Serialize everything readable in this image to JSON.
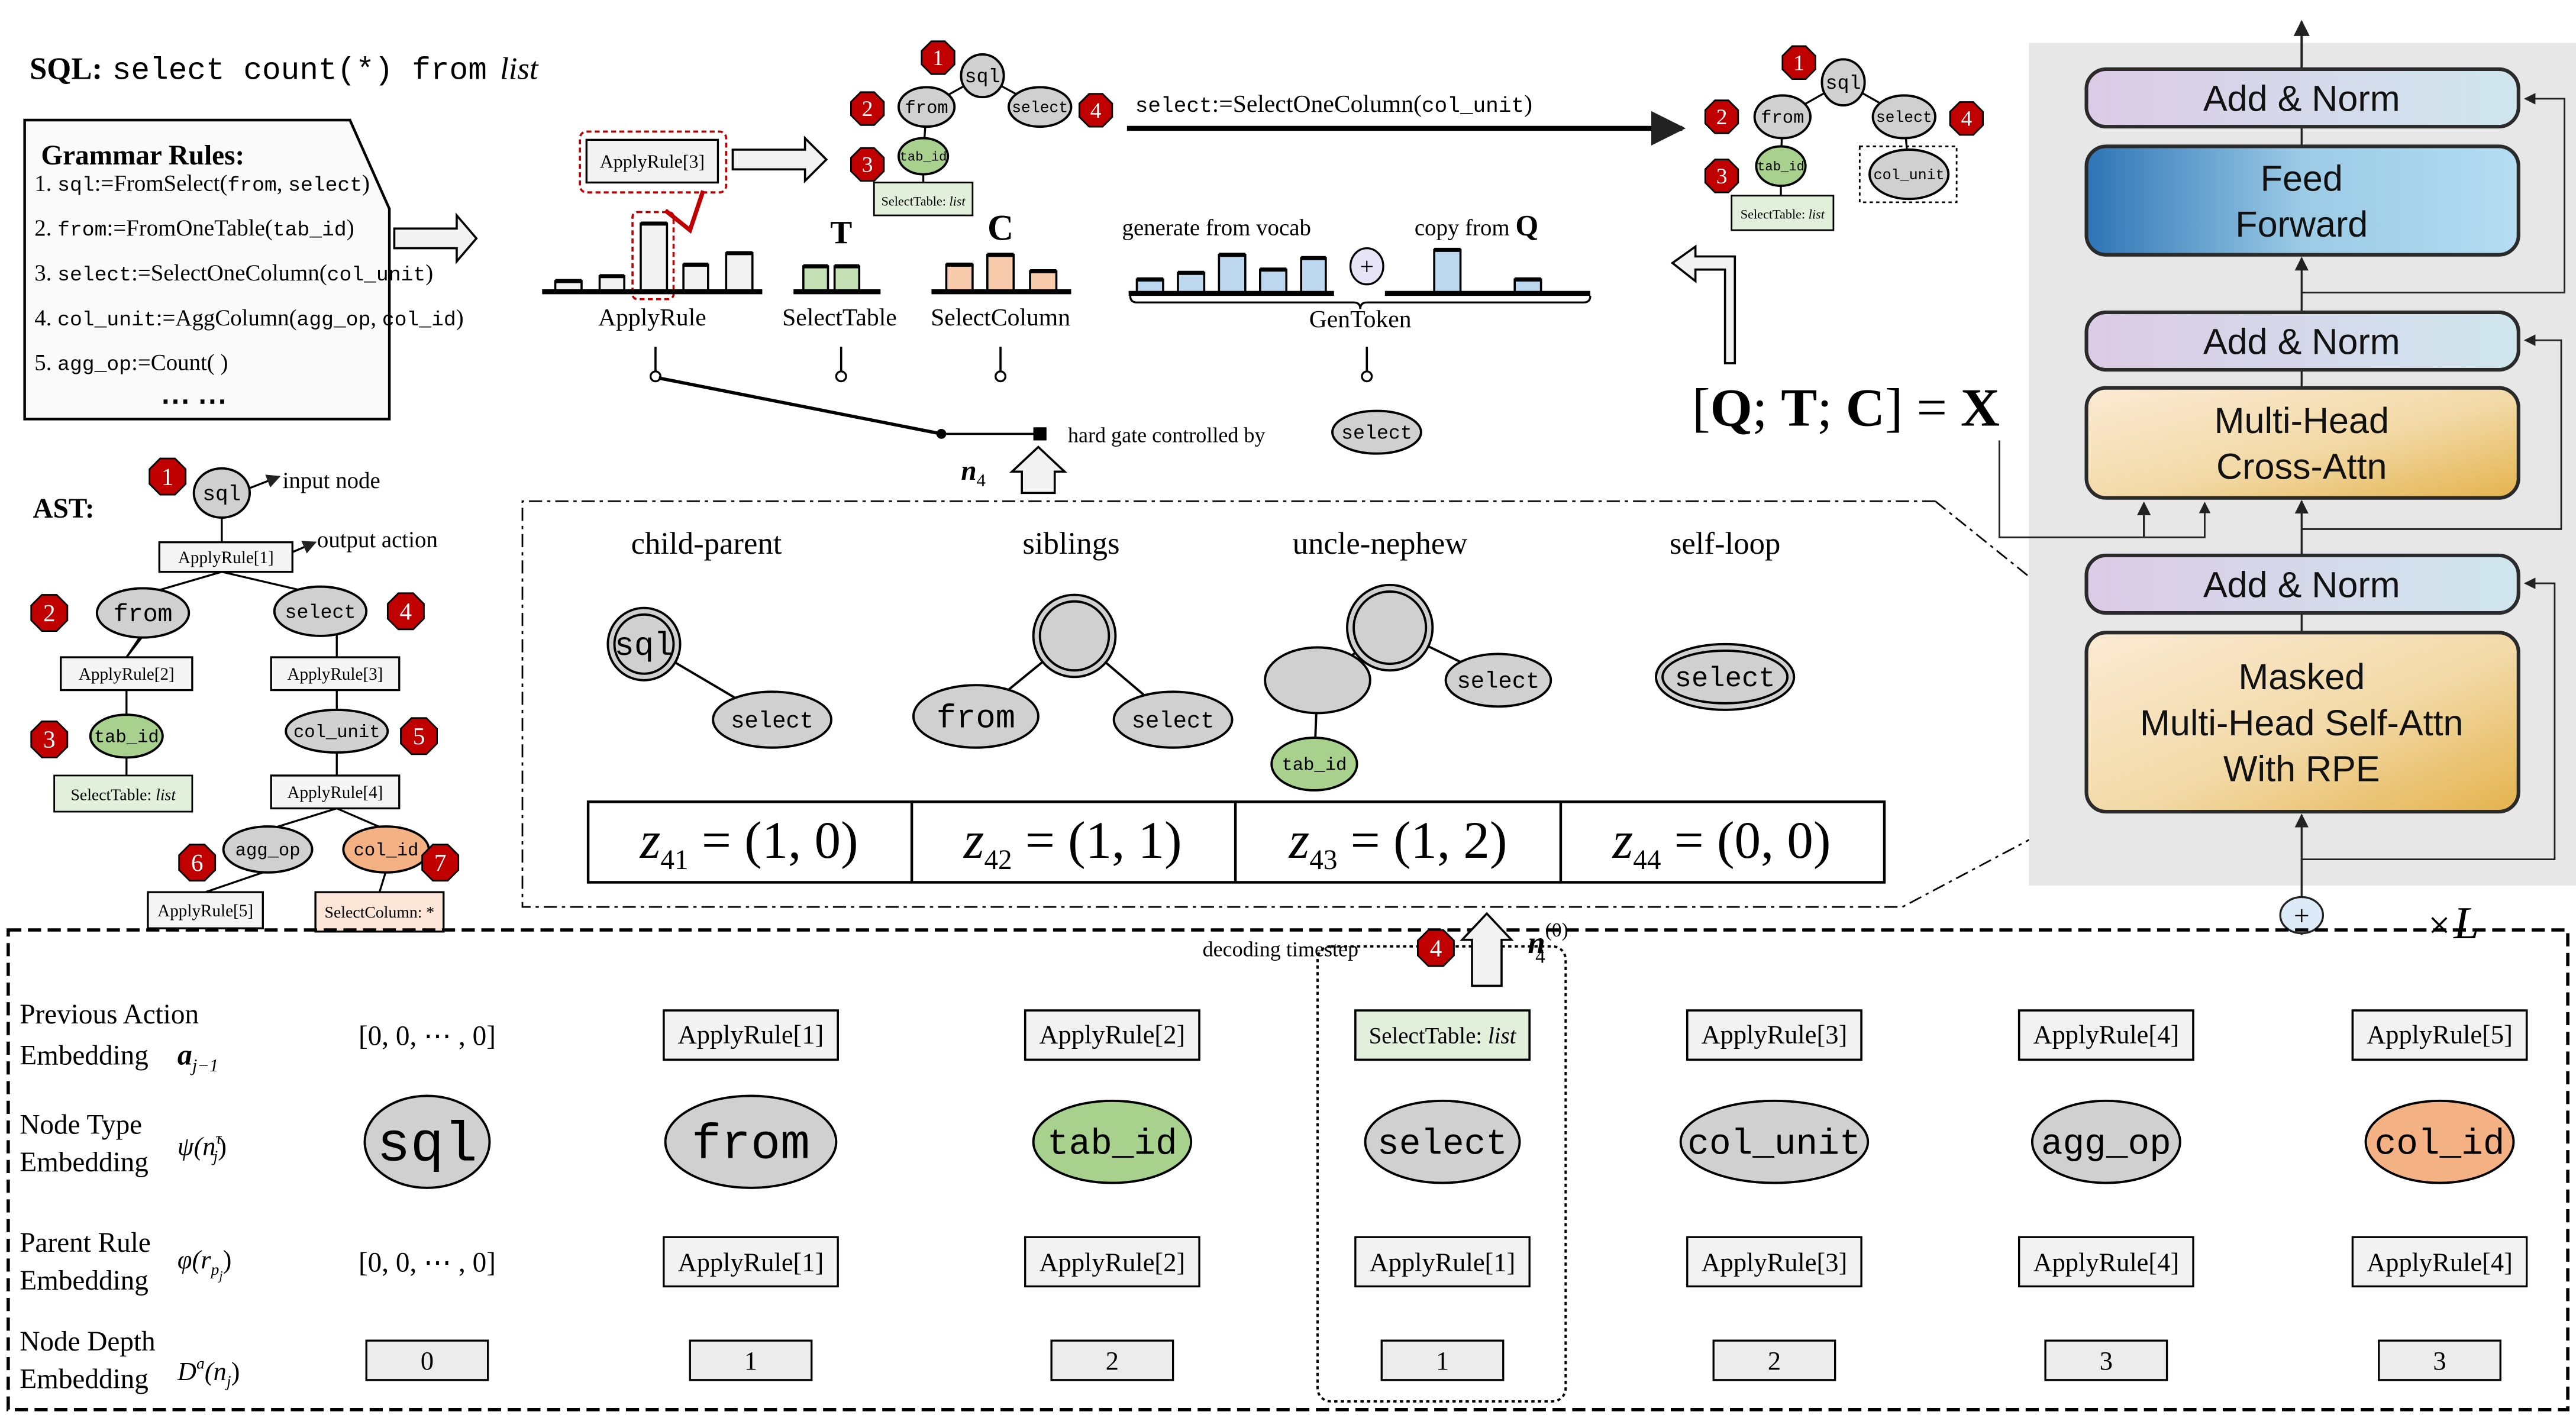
{
  "sql_query": {
    "label": "SQL:",
    "code": "select count(*) from",
    "table": "list"
  },
  "grammar": {
    "title": "Grammar Rules:",
    "rules": [
      [
        "1. ",
        "sql",
        ":=FromSelect(",
        "from",
        ", ",
        "select",
        ")"
      ],
      [
        "2. ",
        "from",
        ":=FromOneTable(",
        "tab_id",
        ")"
      ],
      [
        "3. ",
        "select",
        ":=SelectOneColumn(",
        "col_unit",
        ")"
      ],
      [
        "4. ",
        "col_unit",
        ":=AggColumn(",
        "agg_op",
        ", ",
        "col_id",
        ")"
      ],
      [
        "5. ",
        "agg_op",
        ":=Count( )"
      ]
    ],
    "ellipsis": "⋯ ⋯"
  },
  "decoder_step": {
    "chosen_action": "ApplyRule[3]",
    "rule_text": [
      "select",
      ":=SelectOneColumn(",
      "col_unit",
      ")"
    ]
  },
  "nodes": {
    "sql": "sql",
    "from": "from",
    "select": "select",
    "tab_id": "tab_id",
    "col_unit": "col_unit",
    "agg_op": "agg_op",
    "col_id": "col_id"
  },
  "select_table": [
    "SelectTable: ",
    "list"
  ],
  "heads": {
    "apply_rule": "ApplyRule",
    "select_table": "SelectTable",
    "select_column": "SelectColumn",
    "T": "T",
    "C": "C",
    "gen_vocab": "generate from vocab",
    "copy_from": "copy from ",
    "Q": "Q",
    "gen_token": "GenToken",
    "plus": "+"
  },
  "gate": {
    "text": "hard gate controlled by",
    "node": "select",
    "n": "n",
    "sub": "4"
  },
  "input_eq": [
    "[",
    "Q",
    "; ",
    "T",
    "; ",
    "C",
    "] = ",
    "X"
  ],
  "ast": {
    "label": "AST:",
    "input_node": "input node",
    "output_action": "output action",
    "actions": [
      "ApplyRule[1]",
      "ApplyRule[2]",
      "ApplyRule[3]",
      "ApplyRule[4]",
      "ApplyRule[5]"
    ],
    "select_column": "SelectColumn: *"
  },
  "badges": [
    "1",
    "2",
    "3",
    "4",
    "5",
    "6",
    "7"
  ],
  "relations": {
    "labels": [
      "child-parent",
      "siblings",
      "uncle-nephew",
      "self-loop"
    ],
    "z_symbol": "z",
    "eq": " = ",
    "z": [
      {
        "sub": "41",
        "val": "(1, 0)"
      },
      {
        "sub": "42",
        "val": "(1, 1)"
      },
      {
        "sub": "43",
        "val": "(1, 2)"
      },
      {
        "sub": "44",
        "val": "(0, 0)"
      }
    ]
  },
  "transformer": {
    "add_norm": "Add & Norm",
    "ffn": [
      "Feed",
      "Forward"
    ],
    "cross": [
      "Multi-Head",
      "Cross-Attn"
    ],
    "masked": [
      "Masked",
      "Multi-Head Self-Attn",
      "With RPE"
    ],
    "plus": "+",
    "times": "×",
    "L": "L"
  },
  "timestep": {
    "label": "decoding timestep",
    "badge": "4",
    "n": "n",
    "sub": "4",
    "sup": "(0)"
  },
  "embeddings": {
    "rows": [
      {
        "label1": "Previous Action",
        "label2": "Embedding",
        "math": [
          "a",
          "j−1"
        ]
      },
      {
        "label1": "Node Type",
        "label2": "Embedding",
        "math": [
          "ψ(n",
          "j",
          "τ",
          ")"
        ]
      },
      {
        "label1": "Parent Rule",
        "label2": "Embedding",
        "math": [
          "φ(r",
          "p",
          "j",
          ")"
        ]
      },
      {
        "label1": "Node Depth",
        "label2": "Embedding",
        "math": [
          "D",
          "a",
          "(n",
          "j",
          ")"
        ]
      }
    ],
    "prev_actions": [
      [
        "[0, 0, ⋯ , 0]"
      ],
      [
        "ApplyRule[1]"
      ],
      [
        "ApplyRule[2]"
      ],
      [
        "SelectTable: ",
        "list"
      ],
      [
        "ApplyRule[3]"
      ],
      [
        "ApplyRule[4]"
      ],
      [
        "ApplyRule[5]"
      ]
    ],
    "node_types": [
      "sql",
      "from",
      "tab_id",
      "select",
      "col_unit",
      "agg_op",
      "col_id"
    ],
    "parent_rules": [
      "[0, 0, ⋯ , 0]",
      "ApplyRule[1]",
      "ApplyRule[2]",
      "ApplyRule[1]",
      "ApplyRule[3]",
      "ApplyRule[4]",
      "ApplyRule[4]"
    ],
    "depths": [
      "0",
      "1",
      "2",
      "1",
      "2",
      "3",
      "3"
    ]
  },
  "colors": {
    "node_gray": "#d0d0d0",
    "node_green": "#a9d18e",
    "node_orange": "#f4b183",
    "badge_red": "#c00000",
    "bar_blue": "#bdd7ee",
    "bar_green": "#c5e0b4",
    "bar_orange": "#f8cbad",
    "panel_gray": "#e7e7e7"
  }
}
